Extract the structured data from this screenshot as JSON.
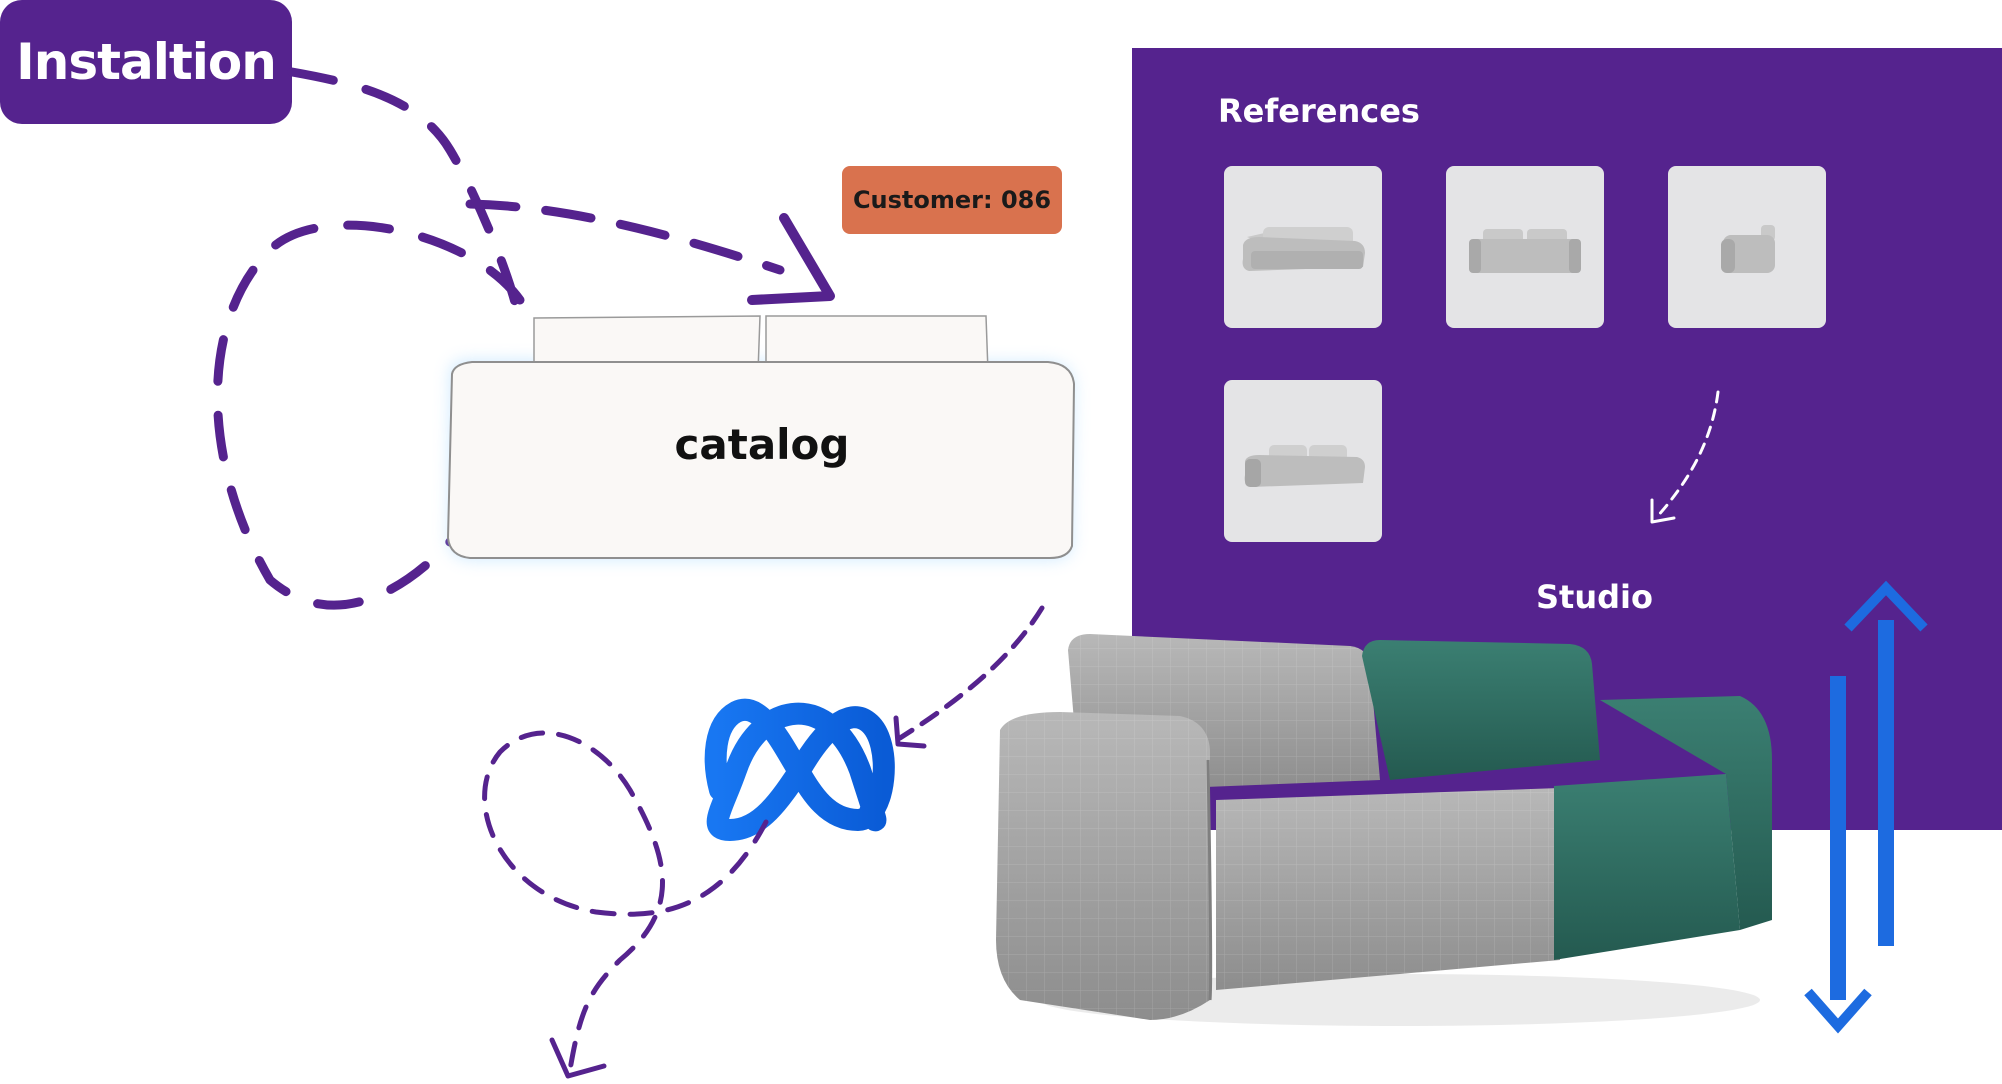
{
  "colors": {
    "brand_purple": "#55238E",
    "customer_tag": "#D9724E",
    "arrow_blue": "#1D6BE0",
    "sofa_grey": "#A8A8A8",
    "sofa_green": "#2F6D61"
  },
  "installation": {
    "label": "Instaltion"
  },
  "customer": {
    "label": "Customer: 086"
  },
  "catalog": {
    "label": "catalog"
  },
  "references": {
    "title": "References",
    "items": [
      {
        "icon": "sofa-angle-view"
      },
      {
        "icon": "sofa-front-view"
      },
      {
        "icon": "sofa-side-view"
      },
      {
        "icon": "sofa-angle-view"
      }
    ]
  },
  "studio": {
    "title": "Studio"
  },
  "icons": {
    "meta": "meta-infinity-logo",
    "sync": "up-down-arrows"
  }
}
